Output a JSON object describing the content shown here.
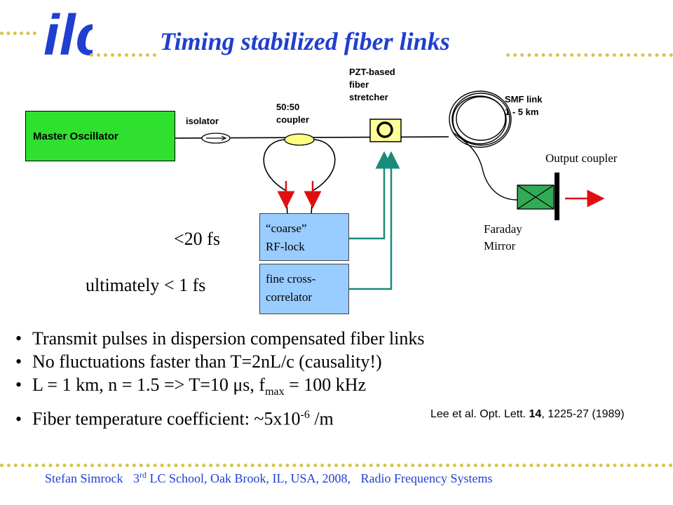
{
  "header": {
    "title": "Timing stabilized fiber links",
    "logo_text": "ilc"
  },
  "diagram": {
    "master_oscillator": "Master Oscillator",
    "isolator": "isolator",
    "coupler": [
      "50:50",
      "coupler"
    ],
    "stretcher": [
      "PZT-based",
      "fiber",
      "stretcher"
    ],
    "smf_link": [
      "SMF link",
      "1 - 5 km"
    ],
    "output_coupler": "Output coupler",
    "faraday_mirror": [
      "Faraday",
      "Mirror"
    ],
    "rf_lock": [
      "“coarse”",
      "RF-lock"
    ],
    "cross_correlator": [
      "fine cross-",
      "correlator"
    ],
    "precision_coarse": "<20 fs",
    "precision_fine": "ultimately < 1 fs"
  },
  "bullets": {
    "b1": "Transmit  pulses in  dispersion compensated  fiber links",
    "b2": "No fluctuations faster than T=2nL/c (causality!)",
    "b3_pre": "L = 1 km, n = 1.5    =>  T=10 μs, f",
    "b3_sub": "max",
    "b3_post": " = 100 kHz",
    "b4_pre": "Fiber temperature coefficient: ~5x10",
    "b4_sup": "-6",
    "b4_post": " /m"
  },
  "reference": {
    "authors": "Lee et al. Opt. Lett. ",
    "volume": "14",
    "pages": ",  1225-27 (1989)"
  },
  "footer": {
    "author": "Stefan Simrock",
    "event_num": "3",
    "event_sup": "rd",
    "event_rest": " LC  School, Oak Brook, IL, USA, 2008,",
    "topic": "Radio Frequency Systems"
  },
  "colors": {
    "title_blue": "#1f3fcf",
    "oscillator_green": "#2fe02f",
    "box_blue": "#99ccff",
    "dots_yellow": "#d4c64a",
    "arrow_red": "#e01010",
    "feedback_teal": "#1a8a7a"
  }
}
